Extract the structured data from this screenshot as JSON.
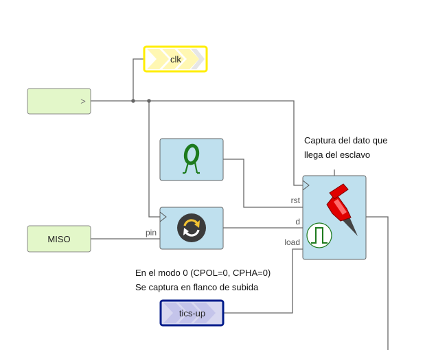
{
  "tags": {
    "clk": "clk",
    "tics_up": "tics-up"
  },
  "inputs": {
    "top_input_arrow": ">",
    "miso": "MISO"
  },
  "blocks": {
    "sync_pin_label": "pin",
    "capture_ports": {
      "rst": "rst",
      "d": "d",
      "load": "load"
    }
  },
  "notes": {
    "capture_line1": "Captura del dato que",
    "capture_line2": "llega del esclavo",
    "mode_line1": "En el modo 0 (CPOL=0, CPHA=0)",
    "mode_line2": "Se captura en flanco de subida"
  },
  "colors": {
    "input_fill": "#e3f7c9",
    "block_fill": "#bfe0ee",
    "clk_tag_border": "#ffee00",
    "tics_tag_border": "#001b8a",
    "tics_tag_fill": "#c9c9ee",
    "wire": "#666666"
  }
}
